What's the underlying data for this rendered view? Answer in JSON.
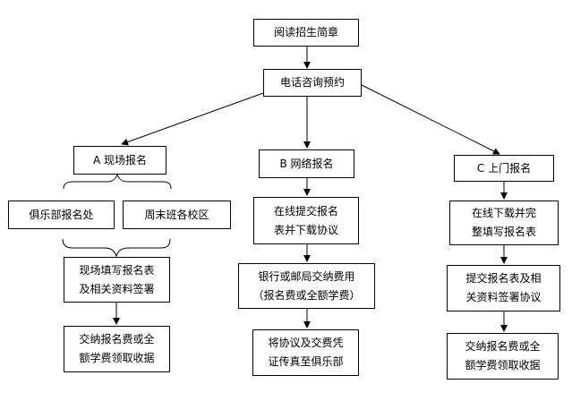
{
  "colors": {
    "line": "#000000",
    "box_border": "#000000",
    "background": "#ffffff",
    "text": "#000000"
  },
  "flowchart": {
    "nodes": {
      "read_brochure": "阅读招生简章",
      "phone_consult": "电话咨询预约",
      "a_onsite": "A 现场报名",
      "b_online": "B 网络报名",
      "c_visit": "C 上门报名",
      "club_office": "俱乐部报名处",
      "weekend_campus": "周末班各校区",
      "a_fill_form": "现场填写报名表\n及相关资料签署",
      "a_pay_fee": "交纳报名费或全\n额学费领取收据",
      "b_submit_online": "在线提交报名\n表并下载协议",
      "b_bank_pay": "银行或邮局交纳费用\n（报名费或全额学费）",
      "b_fax_docs": "将协议及交费凭\n证传真至俱乐部",
      "c_download": "在线下载并完\n整填写报名表",
      "c_submit": "提交报名表及相\n关资料签署协议",
      "c_pay_fee": "交纳报名费或全\n额学费领取收据"
    }
  }
}
